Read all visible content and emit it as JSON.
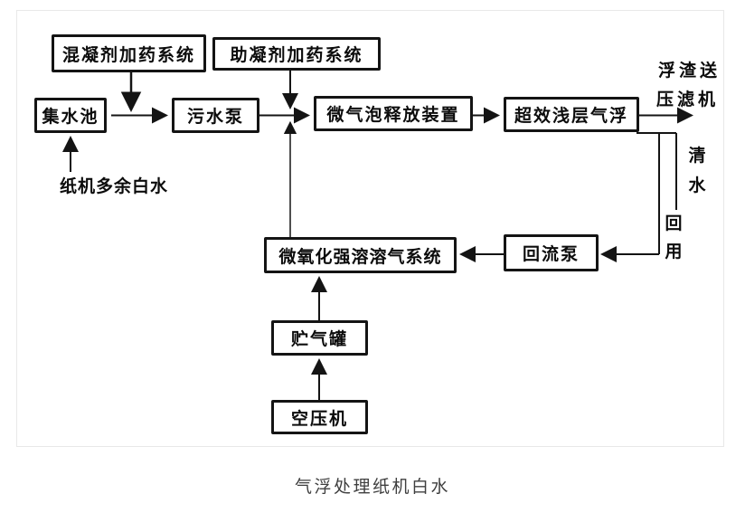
{
  "diagram": {
    "caption": "气浮处理纸机白水",
    "nodes": {
      "coagulant_dosing": "混凝剂加药系统",
      "coagulant_aid_dosing": "助凝剂加药系统",
      "collection_tank": "集水池",
      "sewage_pump": "污水泵",
      "bubble_release_device": "微气泡释放装置",
      "shallow_flotation": "超效浅层气浮",
      "dissolved_gas_system": "微氧化强溶溶气系统",
      "reflux_pump": "回流泵",
      "gas_storage_tank": "贮气罐",
      "air_compressor": "空压机"
    },
    "labels": {
      "white_water_inlet": "纸机多余白水",
      "scum_out_line1": "浮渣送",
      "scum_out_line2": "压滤机",
      "clear_water": "清水",
      "reuse": "回用"
    },
    "edges": [
      {
        "from": "纸机多余白水",
        "to": "集水池"
      },
      {
        "from": "混凝剂加药系统",
        "to": "集水池→污水泵管线"
      },
      {
        "from": "集水池",
        "to": "污水泵"
      },
      {
        "from": "助凝剂加药系统",
        "to": "污水泵→微气泡释放装置管线"
      },
      {
        "from": "污水泵",
        "to": "微气泡释放装置"
      },
      {
        "from": "微氧化强溶溶气系统",
        "to": "污水泵→微气泡释放装置管线"
      },
      {
        "from": "微气泡释放装置",
        "to": "超效浅层气浮"
      },
      {
        "from": "超效浅层气浮",
        "to": "浮渣送压滤机"
      },
      {
        "from": "超效浅层气浮",
        "to": "清水回用"
      },
      {
        "from": "超效浅层气浮",
        "to": "回流泵"
      },
      {
        "from": "回流泵",
        "to": "微氧化强溶溶气系统"
      },
      {
        "from": "空压机",
        "to": "贮气罐"
      },
      {
        "from": "贮气罐",
        "to": "微氧化强溶溶气系统"
      }
    ],
    "colors": {
      "line": "#141414",
      "box_border": "#141414",
      "text": "#0c0c0c",
      "frame": "#e8e8e8",
      "caption": "#3f3f3f",
      "background": "#ffffff"
    }
  }
}
